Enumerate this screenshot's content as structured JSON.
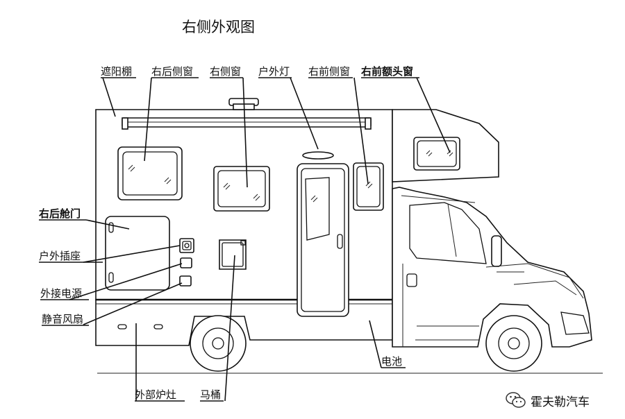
{
  "title": "右侧外观图",
  "labels": {
    "awning": "遮阳棚",
    "rear_side_window": "右后侧窗",
    "side_window": "右侧窗",
    "outdoor_light": "户外灯",
    "front_side_window": "右前侧窗",
    "front_head_window": "右前额头窗",
    "rear_hatch": "右后舱门",
    "outdoor_socket": "户外插座",
    "external_power": "外接电源",
    "silent_fan": "静音风扇",
    "outdoor_stove": "外部炉灶",
    "toilet": "马桶",
    "battery": "电池"
  },
  "watermark": {
    "text": "霍夫勒汽车",
    "icon": "wechat-logo-icon"
  }
}
